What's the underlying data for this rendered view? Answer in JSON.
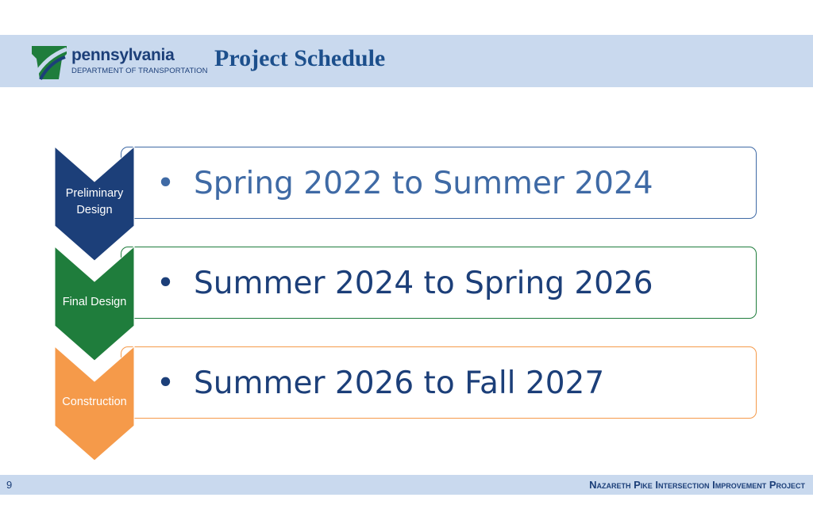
{
  "header": {
    "org_name": "pennsylvania",
    "org_department": "DEPARTMENT OF TRANSPORTATION",
    "title": "Project Schedule"
  },
  "stages": [
    {
      "label": "Preliminary Design",
      "period": "Spring 2022 to Summer 2024",
      "color": "#1c3f79",
      "text_color": "#3f6aa5"
    },
    {
      "label": "Final Design",
      "period": "Summer 2024 to Spring 2026",
      "color": "#1f7d3c",
      "text_color": "#1c3f79"
    },
    {
      "label": "Construction",
      "period": "Summer 2026 to Fall 2027",
      "color": "#f59a4a",
      "text_color": "#1c3f79"
    }
  ],
  "bullet_char": "•",
  "footer": {
    "page_number": "9",
    "project_title": "Nazareth Pike Intersection Improvement Project"
  },
  "icons": {
    "logo": "penndot-keystone-logo"
  }
}
